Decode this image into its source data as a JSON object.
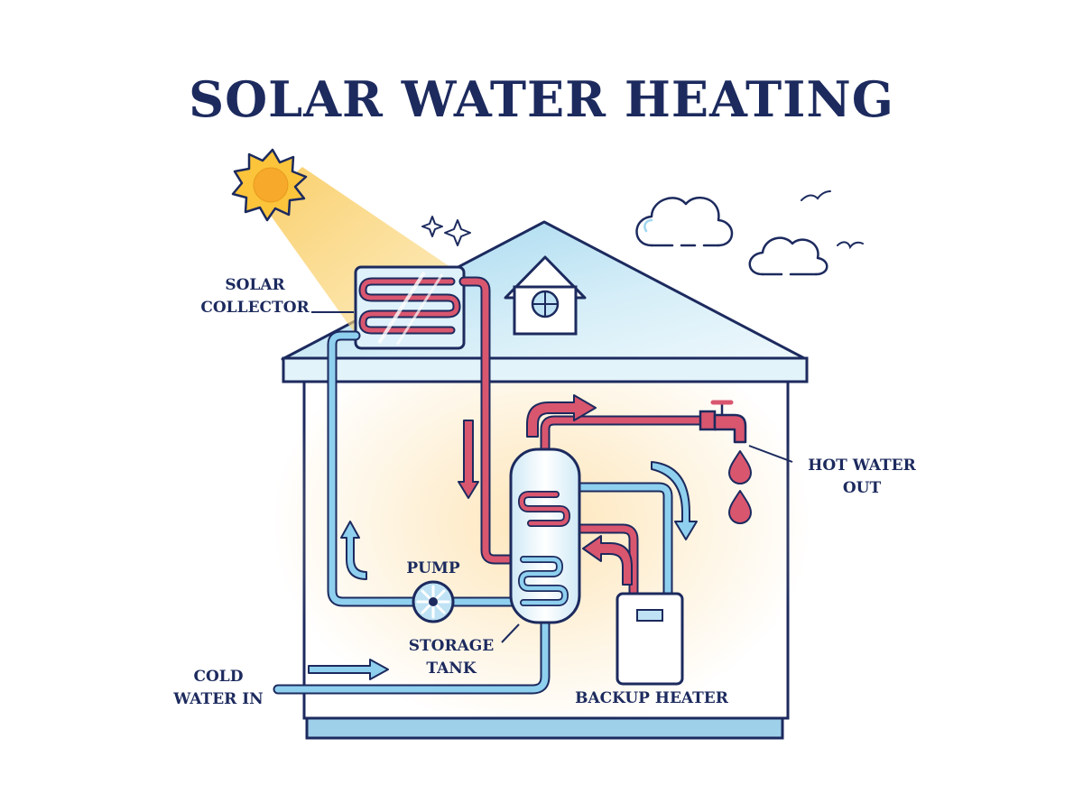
{
  "title": "SOLAR WATER HEATING",
  "labels": {
    "solar_collector": [
      "SOLAR",
      "COLLECTOR"
    ],
    "pump": "PUMP",
    "storage_tank": [
      "STORAGE",
      "TANK"
    ],
    "cold_water_in": [
      "COLD",
      "WATER IN"
    ],
    "hot_water_out": [
      "HOT WATER",
      "OUT"
    ],
    "backup_heater": "BACKUP HEATER"
  },
  "colors": {
    "title": "#1c2a5e",
    "outline": "#1c2a5e",
    "hot_pipe": "#d9566f",
    "cold_pipe": "#8fd0ef",
    "sun": "#f7b733",
    "roof": "#c6e6f4",
    "glow": "#fde9c4"
  },
  "icons": [
    "sun-icon",
    "sparkle-icon",
    "cloud-icon",
    "bird-icon",
    "faucet-icon",
    "water-drop-icon",
    "pump-icon",
    "arrow-icon"
  ]
}
